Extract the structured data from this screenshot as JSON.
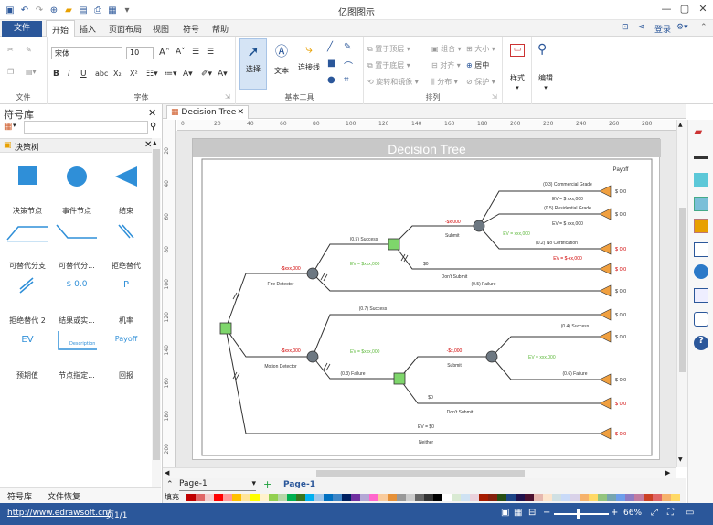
{
  "app": {
    "title": "亿图图示"
  },
  "quick_access": [
    "save-icon",
    "undo-icon",
    "redo-icon",
    "new-icon",
    "open-icon",
    "print-icon",
    "export-icon",
    "more-icon"
  ],
  "menu": {
    "file": "文件",
    "tabs": [
      "开始",
      "插入",
      "页面布局",
      "视图",
      "符号",
      "帮助"
    ],
    "login": "登录"
  },
  "ribbon": {
    "file_group": {
      "label": "文件"
    },
    "font_group": {
      "label": "字体",
      "font_name": "宋体",
      "font_size": "10"
    },
    "tools_group": {
      "label": "基本工具",
      "select": "选择",
      "text": "文本",
      "connector": "连接线"
    },
    "arrange_group": {
      "label": "排列",
      "bring_front": "置于顶层",
      "send_back": "置于底层",
      "rotate": "旋转和镜像",
      "group": "组合",
      "align": "对齐",
      "distribute": "分布",
      "size": "大小",
      "center": "居中",
      "protect": "保护"
    },
    "style_label": "样式",
    "edit_label": "编辑"
  },
  "library": {
    "title": "符号库",
    "category": "决策树",
    "shapes": [
      "决策节点",
      "事件节点",
      "结束",
      "可替代分支",
      "可替代分...",
      "拒绝替代",
      "拒绝替代 2",
      "结果或实...",
      "机率",
      "预期值",
      "节点指定...",
      "回报"
    ],
    "shape_texts": {
      "result": "$ 0.0",
      "prob": "P",
      "ev": "EV",
      "payoff": "Payoff",
      "sub": "Description"
    },
    "bottom_tabs": [
      "符号库",
      "文件恢复"
    ]
  },
  "document": {
    "tab": "Decision Tree",
    "ruler_h": [
      "0",
      "20",
      "40",
      "60",
      "80",
      "100",
      "120",
      "140",
      "160",
      "180",
      "200",
      "220",
      "240",
      "260",
      "280"
    ],
    "ruler_v": [
      "20",
      "40",
      "60",
      "80",
      "100",
      "120",
      "140",
      "160",
      "180",
      "200"
    ]
  },
  "diagram": {
    "title": "Decision Tree",
    "payoff_header": "Payoff",
    "labels": {
      "fire": "Fire Detector",
      "fire_cost": "-$xxx,000",
      "fire_ev": "EV = $xxx,000",
      "success1": "(0.5) Success",
      "submit1": "Submit",
      "submit1_cost": "-$x,000",
      "dont1": "Don't Submit",
      "dont1_val": "$0",
      "failure1": "(0.5) Failure",
      "commercial": "(0.3) Commercial Grade",
      "ev_cg": "EV = $ xxx,000",
      "residential": "(0.5) Residential Grade",
      "ev_rg": "EV = $ xxx,000",
      "ev_mid": "EV = xxx,000",
      "nocert": "(0.2) No Certification",
      "ev_nc": "EV = $-xx,000",
      "success2": "(0.7) Success",
      "motion": "Motion Detector",
      "motion_cost": "-$xxx,000",
      "motion_ev": "EV = $xxx,000",
      "failure2": "(0.3) Failure",
      "submit2_cost": "-$x,000",
      "submit2": "Submit",
      "submit2_ev": "EV = xxx,000",
      "success3": "(0.4) Success",
      "failure3": "(0.6) Failure",
      "dont2_val": "$0",
      "dont2": "Don't Submit",
      "neither_ev": "EV = $0",
      "neither": "Neither"
    },
    "payoffs": [
      "$ 0.0",
      "$ 0.0",
      "$ 0.0",
      "$ 0.0",
      "$ 0.0",
      "$ 0.0",
      "$ 0.0",
      "$ 0.0",
      "$ 0.0",
      "$ 0.0",
      "$ 0.0"
    ],
    "payoff_colors": [
      "#333333",
      "#333333",
      "#d00000",
      "#d00000",
      "#333333",
      "#333333",
      "#333333",
      "#333333",
      "#d00000",
      "#d00000",
      "#d00000"
    ],
    "colors": {
      "decision": "#7ed66b",
      "chance": "#6d7882",
      "end": "#f0a040",
      "red": "#d00000",
      "green": "#5cb83a"
    }
  },
  "pages": {
    "tab": "Page-1",
    "active": "Page-1"
  },
  "palette_label": "填充",
  "status": {
    "url": "http://www.edrawsoft.cn/",
    "page": "页1/1",
    "zoom": "66%"
  },
  "accent": "#2b579a"
}
